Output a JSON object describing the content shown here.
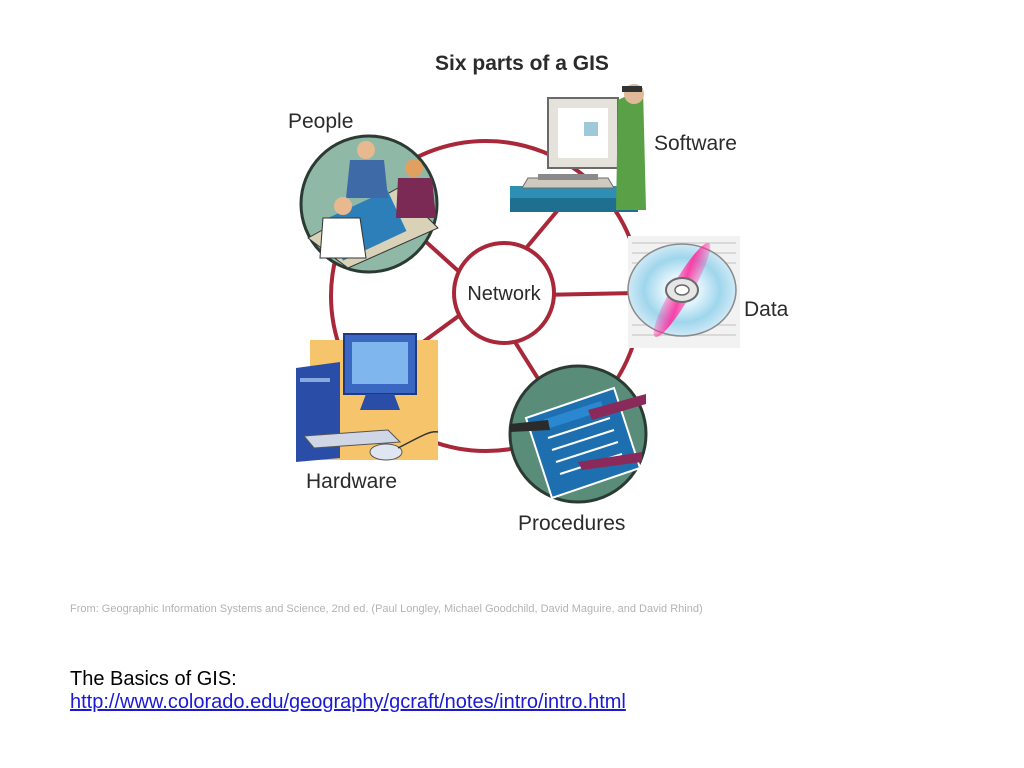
{
  "diagram": {
    "title": "Six parts of a GIS",
    "center_label": "Network",
    "parts": [
      {
        "label": "People",
        "icon": "people-meeting-icon"
      },
      {
        "label": "Software",
        "icon": "computer-user-icon"
      },
      {
        "label": "Data",
        "icon": "cd-disc-icon"
      },
      {
        "label": "Hardware",
        "icon": "desktop-computer-icon"
      },
      {
        "label": "Procedures",
        "icon": "procedures-document-icon"
      }
    ],
    "colors": {
      "ring": "#a8283a",
      "title": "#2b2b2b"
    }
  },
  "caption": "From: Geographic Information Systems and Science, 2nd ed. (Paul Longley, Michael Goodchild, David Maguire, and David Rhind)",
  "footer": {
    "heading": "The Basics of GIS:",
    "link": "http://www.colorado.edu/geography/gcraft/notes/intro/intro.html"
  }
}
